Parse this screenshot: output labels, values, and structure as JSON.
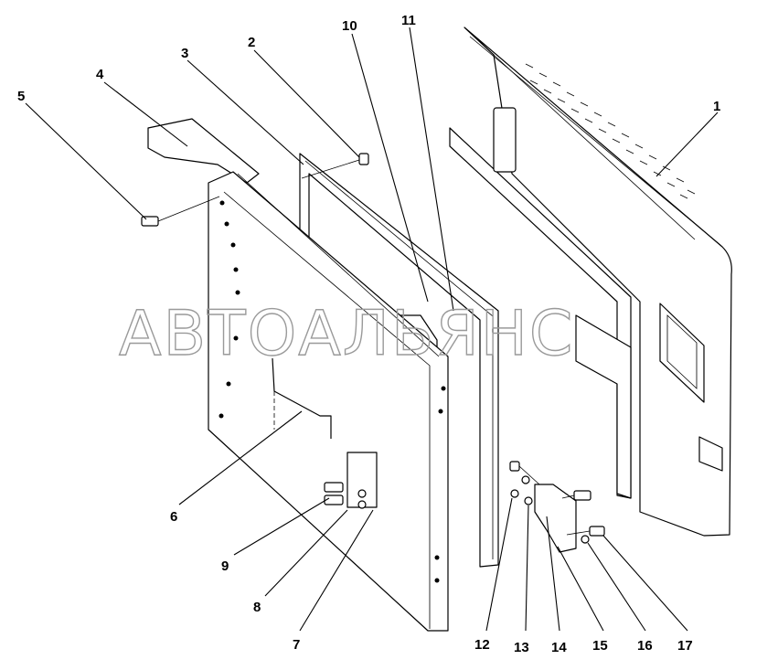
{
  "callouts": [
    "1",
    "2",
    "3",
    "4",
    "5",
    "6",
    "7",
    "8",
    "9",
    "10",
    "11",
    "12",
    "13",
    "14",
    "15",
    "16",
    "17"
  ],
  "watermark": "АВТОАЛЬЯНС"
}
